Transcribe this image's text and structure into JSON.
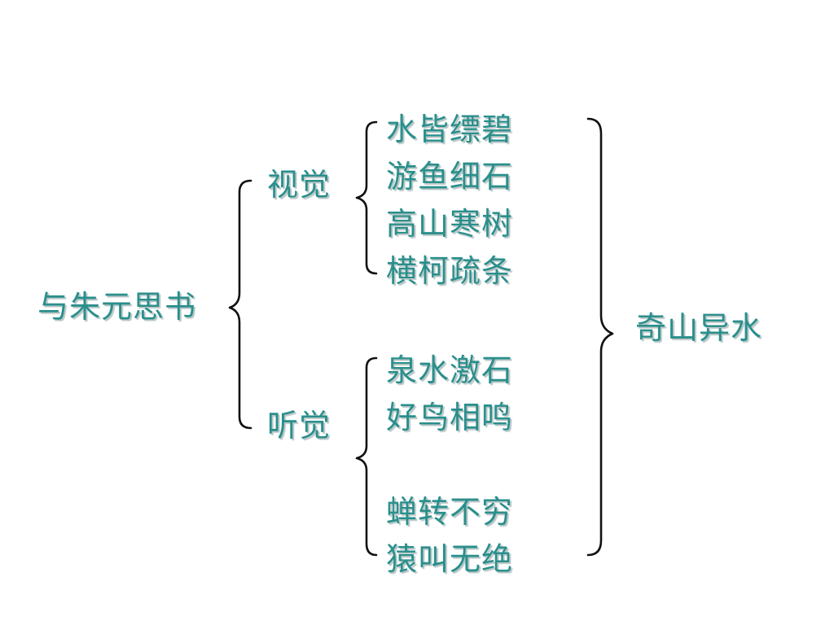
{
  "root": "与朱元思书",
  "branches": [
    {
      "label": "视觉",
      "items": [
        "水皆缥碧",
        "游鱼细石",
        "高山寒树",
        "横柯疏条"
      ]
    },
    {
      "label": "听觉",
      "items": [
        "泉水激石",
        "好鸟相鸣",
        "",
        "蝉转不穷",
        "猿叫无绝"
      ]
    }
  ],
  "conclusion": "奇山异水",
  "colors": {
    "text": "#2a8f8c",
    "shadow": "#b9c6c6",
    "brace": "#111111"
  }
}
